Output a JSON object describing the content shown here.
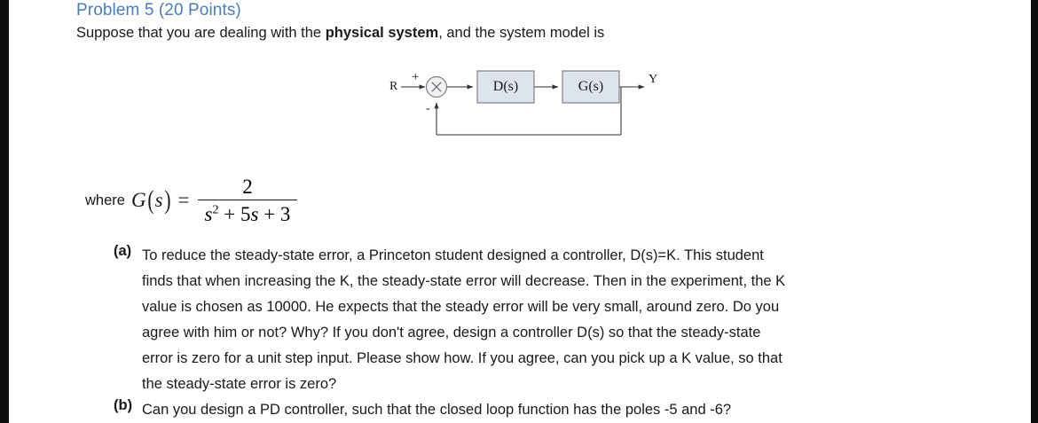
{
  "document": {
    "heading": "Problem 5 (20 Points)",
    "intro": {
      "before": "Suppose that you are dealing with the ",
      "bold": "physical system",
      "after": ", and the system model is"
    },
    "where_label": "where",
    "formula": {
      "function_name": "G",
      "variable": "s",
      "equals": "=",
      "numerator": "2",
      "denominator_terms": [
        "s",
        "2",
        " + 5",
        "s",
        " + 3"
      ],
      "denominator_plain": "s2 + 5s + 3"
    },
    "questions": [
      {
        "label": "(a)",
        "lines": [
          "To reduce the steady-state error, a Princeton student designed a controller, D(s)=K. This student",
          "finds that when increasing the K, the steady-state error will decrease. Then in the experiment, the K",
          "value is chosen as 10000. He expects that the steady error will be very small, around zero. Do you",
          "agree with him or not? Why? If you don't agree, design a controller D(s) so that the steady-state",
          "error is zero for a unit step input. Please show how. If you agree, can you pick up a K value, so that",
          "the steady-state error is zero?"
        ]
      },
      {
        "label": "(b)",
        "lines": [
          "Can you design a PD controller, such that the closed loop function has the poles -5 and -6?"
        ]
      }
    ]
  },
  "diagram": {
    "input_label": "R",
    "output_label": "Y",
    "sum_plus": "+",
    "sum_minus": "-",
    "sum_symbol": "×",
    "blocks": [
      {
        "label": "D(s)"
      },
      {
        "label": "G(s)"
      }
    ],
    "colors": {
      "block_fill": "#dde4ee",
      "block_stroke": "#808080",
      "line": "#595959",
      "heading": "#4a7ebb"
    }
  }
}
